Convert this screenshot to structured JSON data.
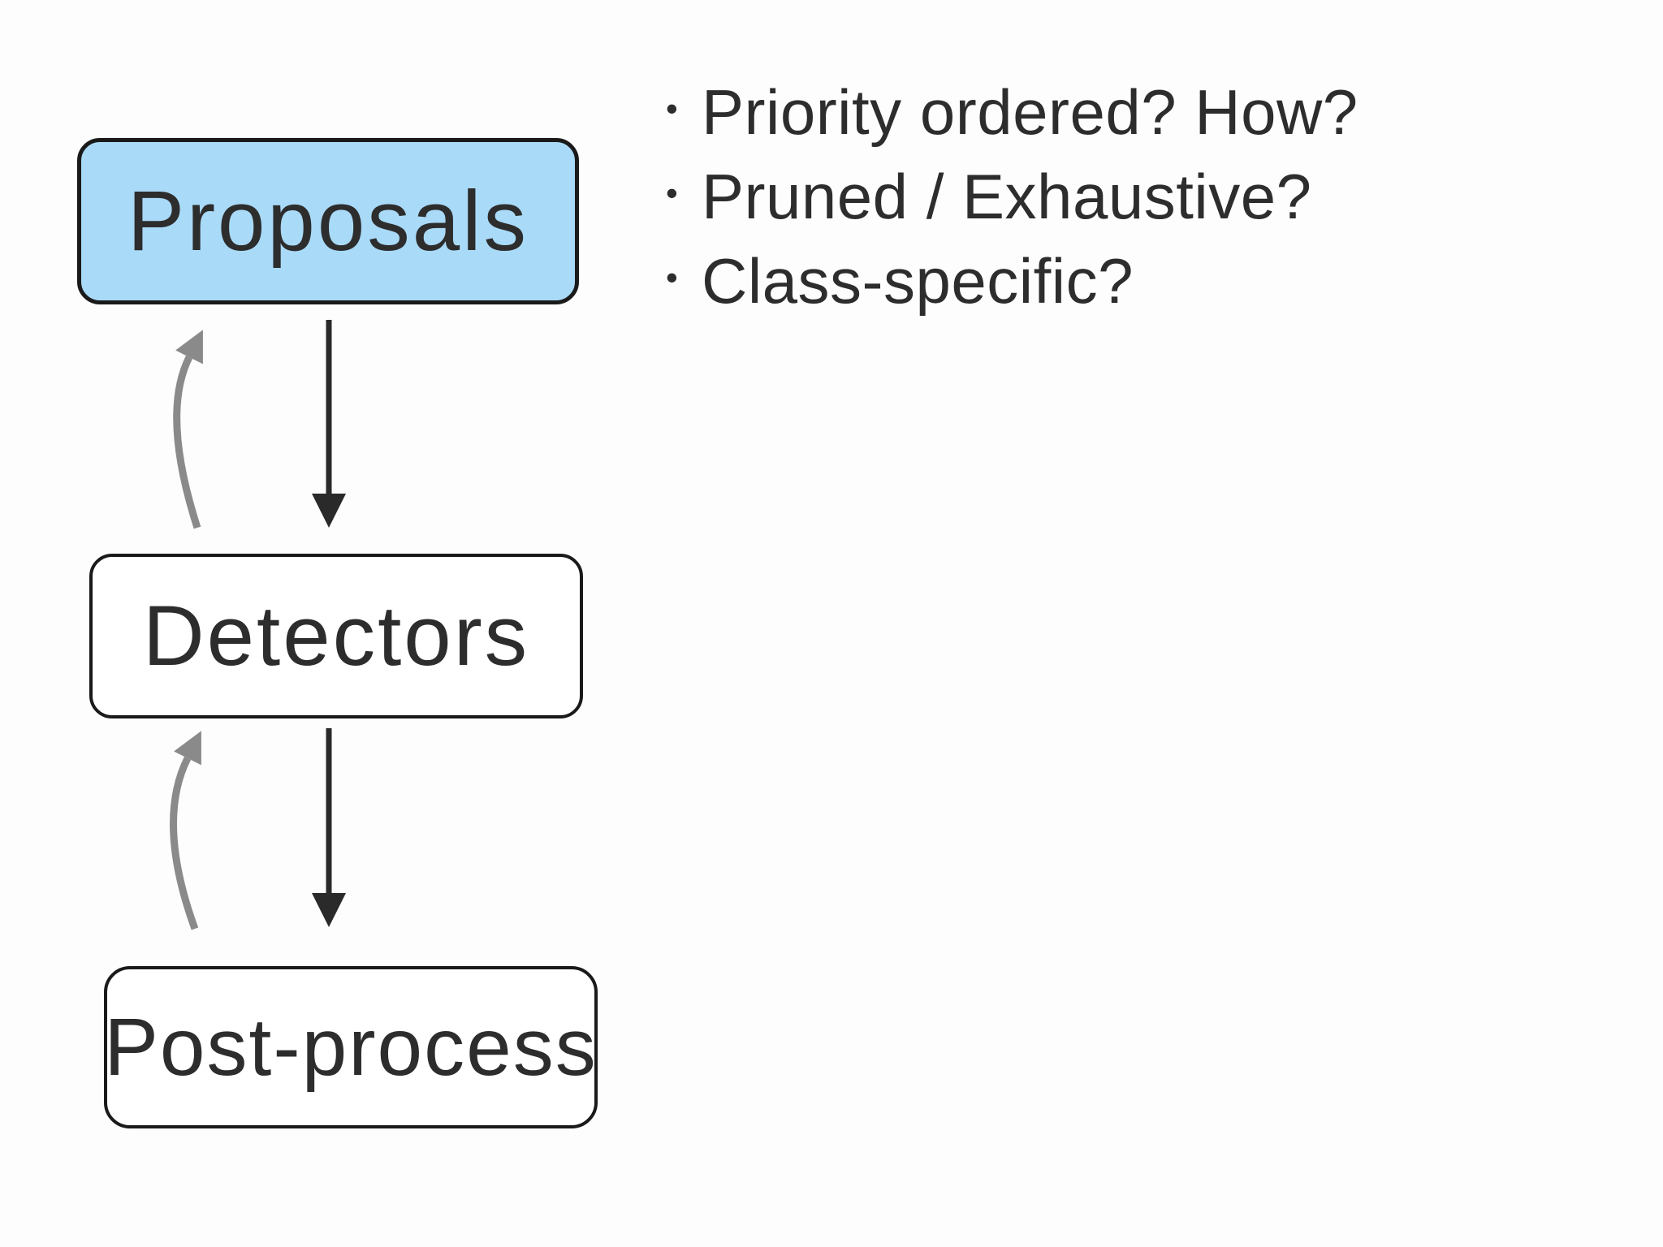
{
  "slide": {
    "background_color": "#fdfdfd",
    "text_color": "#2d2d2d"
  },
  "diagram": {
    "nodes": [
      {
        "id": "proposals",
        "label": "Proposals",
        "fill_color": "#a9daf8"
      },
      {
        "id": "detectors",
        "label": "Detectors",
        "fill_color": "#ffffff"
      },
      {
        "id": "post-process",
        "label": "Post-process",
        "fill_color": "#ffffff"
      }
    ],
    "edges": [
      {
        "from": "proposals",
        "to": "detectors",
        "direction": "down",
        "style": "straight-black"
      },
      {
        "from": "detectors",
        "to": "proposals",
        "direction": "up",
        "style": "curved-gray"
      },
      {
        "from": "detectors",
        "to": "post-process",
        "direction": "down",
        "style": "straight-black"
      },
      {
        "from": "post-process",
        "to": "detectors",
        "direction": "up",
        "style": "curved-gray"
      }
    ],
    "arrow_colors": {
      "forward": "#2a2a2a",
      "feedback": "#8a8a8a"
    }
  },
  "notes": {
    "bullet_glyph": "•",
    "items": [
      "Priority ordered? How?",
      "Pruned / Exhaustive?",
      "Class-specific?"
    ]
  }
}
